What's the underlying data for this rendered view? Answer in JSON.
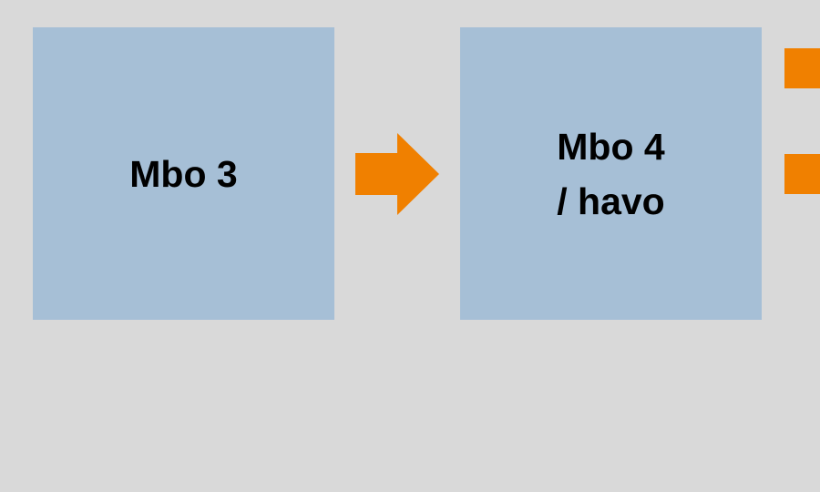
{
  "diagram": {
    "nodes": [
      {
        "id": "mbo3",
        "label": "Mbo 3"
      },
      {
        "id": "mbo4-havo",
        "label": "Mbo 4\n/ havo"
      }
    ],
    "edges": [
      {
        "from": "mbo3",
        "to": "mbo4-havo"
      }
    ],
    "colors": {
      "background": "#d9d9d9",
      "box_fill": "#a6bfd6",
      "arrow": "#f08000",
      "text": "#000000"
    }
  }
}
